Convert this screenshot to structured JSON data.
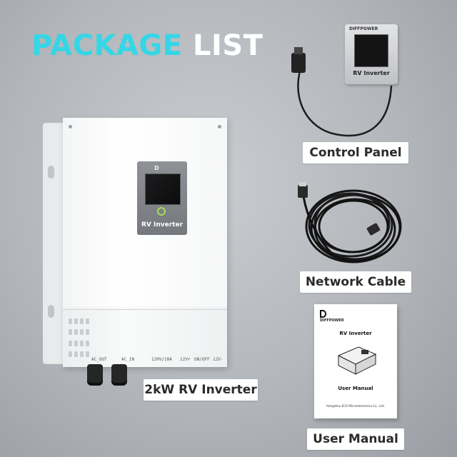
{
  "title": {
    "part1": "PACKAGE",
    "part2": "LIST"
  },
  "items": [
    {
      "label": "2kW RV Inverter"
    },
    {
      "label": "Control Panel"
    },
    {
      "label": "Network Cable"
    },
    {
      "label": "User Manual"
    }
  ],
  "inverter": {
    "display_caption": "RV Inverter",
    "brand_mark": "D",
    "terminals": [
      "AC_OUT",
      "AC_IN",
      "120V/10A",
      "12V+",
      "ON/OFF",
      "12V-"
    ]
  },
  "control_panel": {
    "brand": "DIFFPOWER",
    "caption": "RV Inverter"
  },
  "manual": {
    "brand": "DIFFPOWER",
    "title": "RV Inverter",
    "subtitle": "User Manual",
    "footer": "Hangzhou ECO Microelectronics Co., Ltd."
  },
  "colors": {
    "accent": "#35d6e6",
    "background": "#b3b6bb",
    "power_led": "#a8e05a"
  }
}
